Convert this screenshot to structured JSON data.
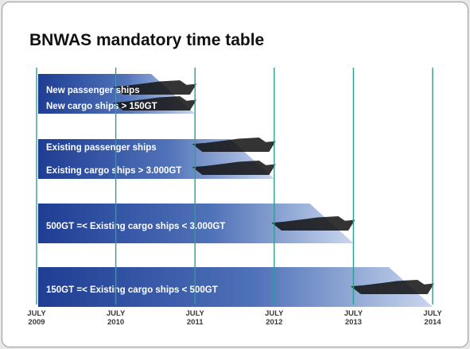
{
  "chart_data": {
    "type": "timeline",
    "title": "BNWAS mandatory time table",
    "ticks": [
      {
        "label_top": "JULY",
        "label_bottom": "2009",
        "value": 2009.5
      },
      {
        "label_top": "JULY",
        "label_bottom": "2010",
        "value": 2010.5
      },
      {
        "label_top": "JULY",
        "label_bottom": "2011",
        "value": 2011.5
      },
      {
        "label_top": "JULY",
        "label_bottom": "2012",
        "value": 2012.5
      },
      {
        "label_top": "JULY",
        "label_bottom": "2013",
        "value": 2013.5
      },
      {
        "label_top": "JULY",
        "label_bottom": "2014",
        "value": 2014.5
      }
    ],
    "xlim": [
      2009.5,
      2014.5
    ],
    "groups": [
      {
        "start": 2009.5,
        "end": 2011.5,
        "labels": [
          "New passenger ships",
          "New cargo ships  >  150GT"
        ]
      },
      {
        "start": 2009.5,
        "end": 2012.5,
        "labels": [
          "Existing passenger ships",
          "Existing cargo ships  >  3.000GT"
        ]
      },
      {
        "start": 2009.5,
        "end": 2013.5,
        "labels": [
          "500GT =< Existing cargo ships     <  3.000GT"
        ]
      },
      {
        "start": 2009.5,
        "end": 2014.5,
        "labels": [
          "150GT =< Existing cargo ships     <  500GT"
        ]
      }
    ],
    "colors": {
      "bar_dark": "#1e3d94",
      "bar_light": "#c9d6ee",
      "gridline": "#2aa092",
      "ship": "#101010"
    }
  }
}
